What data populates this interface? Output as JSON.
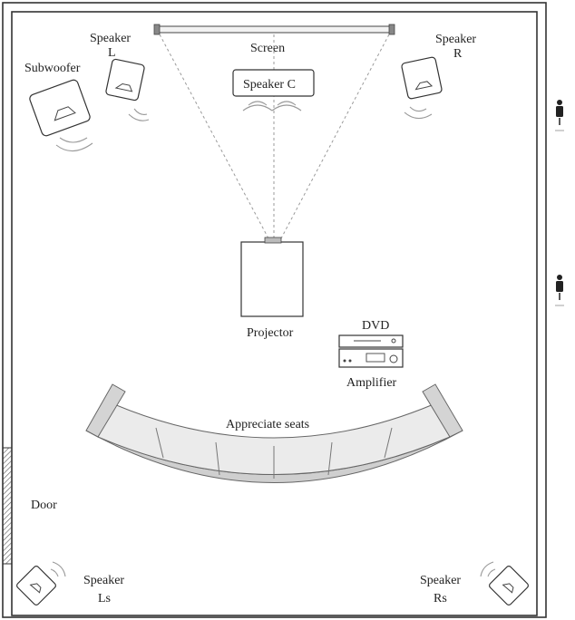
{
  "labels": {
    "screen": "Screen",
    "speaker_c": "Speaker C",
    "speaker_l": [
      "Speaker",
      "L"
    ],
    "speaker_r": [
      "Speaker",
      "R"
    ],
    "subwoofer": "Subwoofer",
    "projector": "Projector",
    "dvd": "DVD",
    "amplifier": "Amplifier",
    "seats": "Appreciate seats",
    "door": "Door",
    "speaker_ls": [
      "Speaker",
      "Ls"
    ],
    "speaker_rs": [
      "Speaker",
      "Rs"
    ]
  },
  "colors": {
    "wall": "#333333",
    "sofa_fill": "#e6e6e6",
    "sofa_back": "#cfcfcf",
    "door_hatch": "#555555",
    "waves": "#999999"
  }
}
